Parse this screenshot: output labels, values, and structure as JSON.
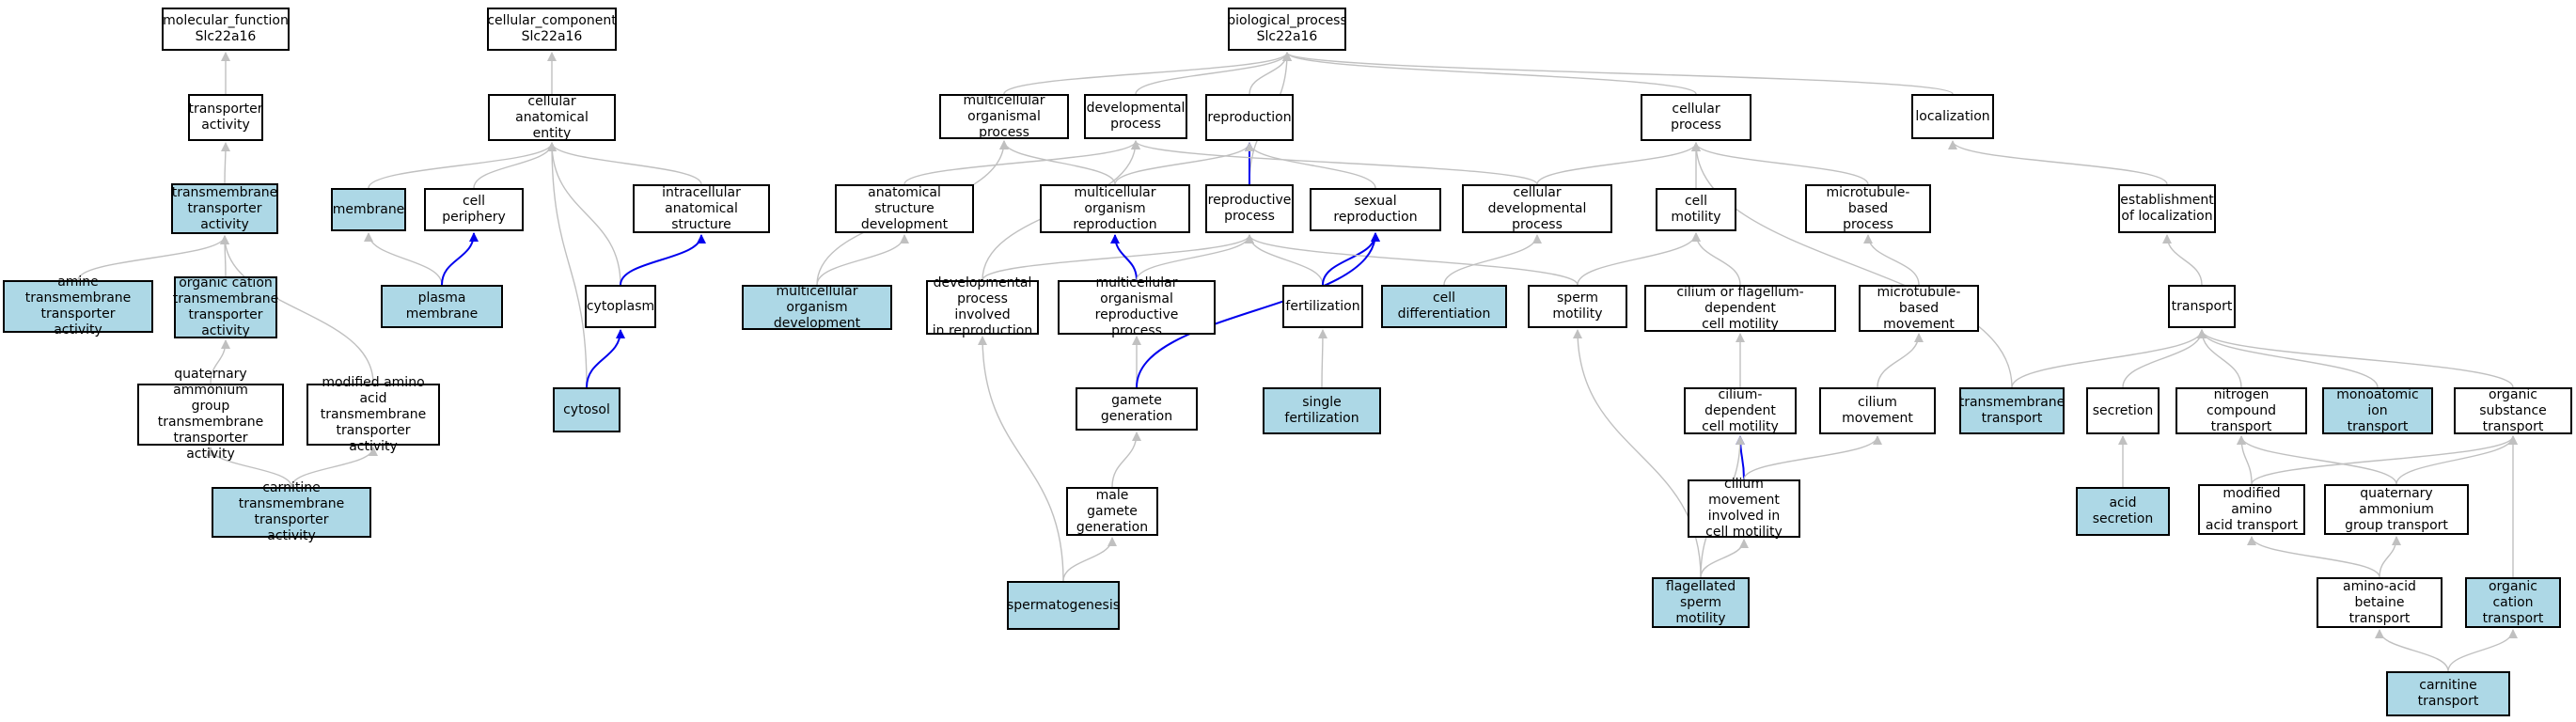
{
  "colors": {
    "highlight_fill": "#add8e6",
    "edge_default": "#c0c0c0",
    "edge_strong": "#0000ee",
    "border": "#000000"
  },
  "nodes": {
    "mf_root": {
      "label": "molecular_function\nSlc22a16",
      "highlighted": false
    },
    "transporter_activity": {
      "label": "transporter\nactivity",
      "highlighted": false
    },
    "tm_transporter_activity": {
      "label": "transmembrane\ntransporter\nactivity",
      "highlighted": true
    },
    "amine_tm": {
      "label": "amine transmembrane\ntransporter\nactivity",
      "highlighted": true
    },
    "organic_cation_tm": {
      "label": "organic cation\ntransmembrane\ntransporter\nactivity",
      "highlighted": true
    },
    "qa_group_tm": {
      "label": "quaternary ammonium\ngroup transmembrane\ntransporter\nactivity",
      "highlighted": false
    },
    "mod_aa_tm": {
      "label": "modified amino\nacid transmembrane\ntransporter\nactivity",
      "highlighted": false
    },
    "carnitine_tm": {
      "label": "carnitine transmembrane\ntransporter\nactivity",
      "highlighted": true
    },
    "cc_root": {
      "label": "cellular_component\nSlc22a16",
      "highlighted": false
    },
    "cell_anat_entity": {
      "label": "cellular anatomical\nentity",
      "highlighted": false
    },
    "membrane": {
      "label": "membrane",
      "highlighted": true
    },
    "cell_periphery": {
      "label": "cell periphery",
      "highlighted": false
    },
    "intracellular_anat": {
      "label": "intracellular\nanatomical structure",
      "highlighted": false
    },
    "plasma_membrane": {
      "label": "plasma membrane",
      "highlighted": true
    },
    "cytoplasm": {
      "label": "cytoplasm",
      "highlighted": false
    },
    "cytosol": {
      "label": "cytosol",
      "highlighted": true
    },
    "bp_root": {
      "label": "biological_process\nSlc22a16",
      "highlighted": false
    },
    "multicell_org_process": {
      "label": "multicellular\norganismal process",
      "highlighted": false
    },
    "developmental_process": {
      "label": "developmental\nprocess",
      "highlighted": false
    },
    "reproduction": {
      "label": "reproduction",
      "highlighted": false
    },
    "cellular_process": {
      "label": "cellular process",
      "highlighted": false
    },
    "localization": {
      "label": "localization",
      "highlighted": false
    },
    "anat_struct_dev": {
      "label": "anatomical structure\ndevelopment",
      "highlighted": false
    },
    "multicell_org_repro": {
      "label": "multicellular\norganism reproduction",
      "highlighted": false
    },
    "reproductive_process": {
      "label": "reproductive\nprocess",
      "highlighted": false
    },
    "sexual_reproduction": {
      "label": "sexual reproduction",
      "highlighted": false
    },
    "cell_dev_process": {
      "label": "cellular developmental\nprocess",
      "highlighted": false
    },
    "cell_motility": {
      "label": "cell motility",
      "highlighted": false
    },
    "microtubule_based_process": {
      "label": "microtubule-based\nprocess",
      "highlighted": false
    },
    "establishment_localization": {
      "label": "establishment\nof localization",
      "highlighted": false
    },
    "multicell_org_dev": {
      "label": "multicellular\norganism development",
      "highlighted": true
    },
    "dev_process_repro": {
      "label": "developmental\nprocess involved\nin reproduction",
      "highlighted": false
    },
    "multicell_org_repro_process": {
      "label": "multicellular\norganismal reproductive\nprocess",
      "highlighted": false
    },
    "fertilization": {
      "label": "fertilization",
      "highlighted": false
    },
    "cell_differentiation": {
      "label": "cell differentiation",
      "highlighted": true
    },
    "sperm_motility": {
      "label": "sperm motility",
      "highlighted": false
    },
    "cilium_flagellum_motility": {
      "label": "cilium or flagellum-dependent\ncell motility",
      "highlighted": false
    },
    "microtubule_based_movement": {
      "label": "microtubule-based\nmovement",
      "highlighted": false
    },
    "transport": {
      "label": "transport",
      "highlighted": false
    },
    "gamete_generation": {
      "label": "gamete generation",
      "highlighted": false
    },
    "single_fertilization": {
      "label": "single fertilization",
      "highlighted": true
    },
    "cilium_dependent_motility": {
      "label": "cilium-dependent\ncell motility",
      "highlighted": false
    },
    "cilium_movement": {
      "label": "cilium movement",
      "highlighted": false
    },
    "transmembrane_transport": {
      "label": "transmembrane\ntransport",
      "highlighted": true
    },
    "secretion": {
      "label": "secretion",
      "highlighted": false
    },
    "nitrogen_compound_transport": {
      "label": "nitrogen compound\ntransport",
      "highlighted": false
    },
    "monoatomic_ion_transport": {
      "label": "monoatomic ion\ntransport",
      "highlighted": true
    },
    "organic_substance_transport": {
      "label": "organic substance\ntransport",
      "highlighted": false
    },
    "male_gamete_generation": {
      "label": "male gamete\ngeneration",
      "highlighted": false
    },
    "cilium_movement_motility": {
      "label": "cilium movement\ninvolved in\ncell motility",
      "highlighted": false
    },
    "acid_secretion": {
      "label": "acid secretion",
      "highlighted": true
    },
    "mod_aa_transport": {
      "label": "modified amino\nacid transport",
      "highlighted": false
    },
    "qa_group_transport": {
      "label": "quaternary ammonium\ngroup transport",
      "highlighted": false
    },
    "spermatogenesis": {
      "label": "spermatogenesis",
      "highlighted": true
    },
    "flagellated_sperm_motility": {
      "label": "flagellated\nsperm motility",
      "highlighted": true
    },
    "amino_acid_betaine_transport": {
      "label": "amino-acid betaine\ntransport",
      "highlighted": false
    },
    "organic_cation_transport": {
      "label": "organic cation\ntransport",
      "highlighted": true
    },
    "carnitine_transport": {
      "label": "carnitine transport",
      "highlighted": true
    }
  },
  "edges": [
    {
      "from": "transporter_activity",
      "to": "mf_root",
      "type": "is_a"
    },
    {
      "from": "tm_transporter_activity",
      "to": "transporter_activity",
      "type": "is_a"
    },
    {
      "from": "amine_tm",
      "to": "tm_transporter_activity",
      "type": "is_a"
    },
    {
      "from": "organic_cation_tm",
      "to": "tm_transporter_activity",
      "type": "is_a"
    },
    {
      "from": "mod_aa_tm",
      "to": "tm_transporter_activity",
      "type": "is_a"
    },
    {
      "from": "qa_group_tm",
      "to": "organic_cation_tm",
      "type": "is_a"
    },
    {
      "from": "carnitine_tm",
      "to": "qa_group_tm",
      "type": "is_a"
    },
    {
      "from": "carnitine_tm",
      "to": "mod_aa_tm",
      "type": "is_a"
    },
    {
      "from": "cell_anat_entity",
      "to": "cc_root",
      "type": "is_a"
    },
    {
      "from": "membrane",
      "to": "cell_anat_entity",
      "type": "is_a"
    },
    {
      "from": "cell_periphery",
      "to": "cell_anat_entity",
      "type": "is_a"
    },
    {
      "from": "intracellular_anat",
      "to": "cell_anat_entity",
      "type": "is_a"
    },
    {
      "from": "cytoplasm",
      "to": "cell_anat_entity",
      "type": "is_a"
    },
    {
      "from": "cytosol",
      "to": "cell_anat_entity",
      "type": "is_a"
    },
    {
      "from": "plasma_membrane",
      "to": "membrane",
      "type": "is_a"
    },
    {
      "from": "plasma_membrane",
      "to": "cell_periphery",
      "type": "part_of"
    },
    {
      "from": "cytoplasm",
      "to": "intracellular_anat",
      "type": "part_of"
    },
    {
      "from": "cytosol",
      "to": "cytoplasm",
      "type": "part_of"
    },
    {
      "from": "multicell_org_process",
      "to": "bp_root",
      "type": "is_a"
    },
    {
      "from": "developmental_process",
      "to": "bp_root",
      "type": "is_a"
    },
    {
      "from": "reproduction",
      "to": "bp_root",
      "type": "is_a"
    },
    {
      "from": "cellular_process",
      "to": "bp_root",
      "type": "is_a"
    },
    {
      "from": "localization",
      "to": "bp_root",
      "type": "is_a"
    },
    {
      "from": "reproductive_process",
      "to": "bp_root",
      "type": "is_a"
    },
    {
      "from": "anat_struct_dev",
      "to": "developmental_process",
      "type": "is_a"
    },
    {
      "from": "multicell_org_dev",
      "to": "multicell_org_process",
      "type": "is_a"
    },
    {
      "from": "multicell_org_dev",
      "to": "anat_struct_dev",
      "type": "is_a"
    },
    {
      "from": "multicell_org_repro",
      "to": "multicell_org_process",
      "type": "is_a"
    },
    {
      "from": "multicell_org_repro",
      "to": "reproduction",
      "type": "is_a"
    },
    {
      "from": "reproductive_process",
      "to": "reproduction",
      "type": "part_of"
    },
    {
      "from": "sexual_reproduction",
      "to": "reproduction",
      "type": "is_a"
    },
    {
      "from": "cell_dev_process",
      "to": "developmental_process",
      "type": "is_a"
    },
    {
      "from": "cell_dev_process",
      "to": "cellular_process",
      "type": "is_a"
    },
    {
      "from": "cell_motility",
      "to": "cellular_process",
      "type": "is_a"
    },
    {
      "from": "microtubule_based_process",
      "to": "cellular_process",
      "type": "is_a"
    },
    {
      "from": "establishment_localization",
      "to": "localization",
      "type": "is_a"
    },
    {
      "from": "dev_process_repro",
      "to": "developmental_process",
      "type": "is_a"
    },
    {
      "from": "dev_process_repro",
      "to": "reproductive_process",
      "type": "is_a"
    },
    {
      "from": "multicell_org_repro_process",
      "to": "multicell_org_repro",
      "type": "part_of"
    },
    {
      "from": "multicell_org_repro_process",
      "to": "reproductive_process",
      "type": "is_a"
    },
    {
      "from": "fertilization",
      "to": "reproductive_process",
      "type": "is_a"
    },
    {
      "from": "fertilization",
      "to": "sexual_reproduction",
      "type": "part_of"
    },
    {
      "from": "cell_differentiation",
      "to": "cell_dev_process",
      "type": "is_a"
    },
    {
      "from": "sperm_motility",
      "to": "reproductive_process",
      "type": "is_a"
    },
    {
      "from": "sperm_motility",
      "to": "cell_motility",
      "type": "is_a"
    },
    {
      "from": "cilium_flagellum_motility",
      "to": "cell_motility",
      "type": "is_a"
    },
    {
      "from": "microtubule_based_movement",
      "to": "microtubule_based_process",
      "type": "is_a"
    },
    {
      "from": "transport",
      "to": "establishment_localization",
      "type": "is_a"
    },
    {
      "from": "gamete_generation",
      "to": "multicell_org_repro_process",
      "type": "is_a"
    },
    {
      "from": "gamete_generation",
      "to": "sexual_reproduction",
      "type": "part_of"
    },
    {
      "from": "single_fertilization",
      "to": "fertilization",
      "type": "is_a"
    },
    {
      "from": "cilium_dependent_motility",
      "to": "cilium_flagellum_motility",
      "type": "is_a"
    },
    {
      "from": "cilium_movement",
      "to": "microtubule_based_movement",
      "type": "is_a"
    },
    {
      "from": "transmembrane_transport",
      "to": "transport",
      "type": "is_a"
    },
    {
      "from": "transmembrane_transport",
      "to": "cellular_process",
      "type": "is_a"
    },
    {
      "from": "secretion",
      "to": "transport",
      "type": "is_a"
    },
    {
      "from": "nitrogen_compound_transport",
      "to": "transport",
      "type": "is_a"
    },
    {
      "from": "monoatomic_ion_transport",
      "to": "transport",
      "type": "is_a"
    },
    {
      "from": "organic_substance_transport",
      "to": "transport",
      "type": "is_a"
    },
    {
      "from": "male_gamete_generation",
      "to": "gamete_generation",
      "type": "is_a"
    },
    {
      "from": "cilium_movement_motility",
      "to": "cilium_dependent_motility",
      "type": "part_of"
    },
    {
      "from": "cilium_movement_motility",
      "to": "cilium_movement",
      "type": "is_a"
    },
    {
      "from": "acid_secretion",
      "to": "secretion",
      "type": "is_a"
    },
    {
      "from": "mod_aa_transport",
      "to": "nitrogen_compound_transport",
      "type": "is_a"
    },
    {
      "from": "mod_aa_transport",
      "to": "organic_substance_transport",
      "type": "is_a"
    },
    {
      "from": "qa_group_transport",
      "to": "nitrogen_compound_transport",
      "type": "is_a"
    },
    {
      "from": "qa_group_transport",
      "to": "organic_substance_transport",
      "type": "is_a"
    },
    {
      "from": "spermatogenesis",
      "to": "male_gamete_generation",
      "type": "is_a"
    },
    {
      "from": "spermatogenesis",
      "to": "dev_process_repro",
      "type": "is_a"
    },
    {
      "from": "flagellated_sperm_motility",
      "to": "cilium_movement_motility",
      "type": "is_a"
    },
    {
      "from": "flagellated_sperm_motility",
      "to": "sperm_motility",
      "type": "is_a"
    },
    {
      "from": "flagellated_sperm_motility",
      "to": "cilium_dependent_motility",
      "type": "is_a"
    },
    {
      "from": "amino_acid_betaine_transport",
      "to": "mod_aa_transport",
      "type": "is_a"
    },
    {
      "from": "amino_acid_betaine_transport",
      "to": "qa_group_transport",
      "type": "is_a"
    },
    {
      "from": "organic_cation_transport",
      "to": "organic_substance_transport",
      "type": "is_a"
    },
    {
      "from": "carnitine_transport",
      "to": "amino_acid_betaine_transport",
      "type": "is_a"
    },
    {
      "from": "carnitine_transport",
      "to": "organic_cation_transport",
      "type": "is_a"
    },
    {
      "from": "reproductive_process",
      "to": "reproduction",
      "type": "part_of_strong"
    },
    {
      "from": "gamete_generation",
      "to": "sexual_reproduction",
      "type": "part_of_strong"
    }
  ]
}
